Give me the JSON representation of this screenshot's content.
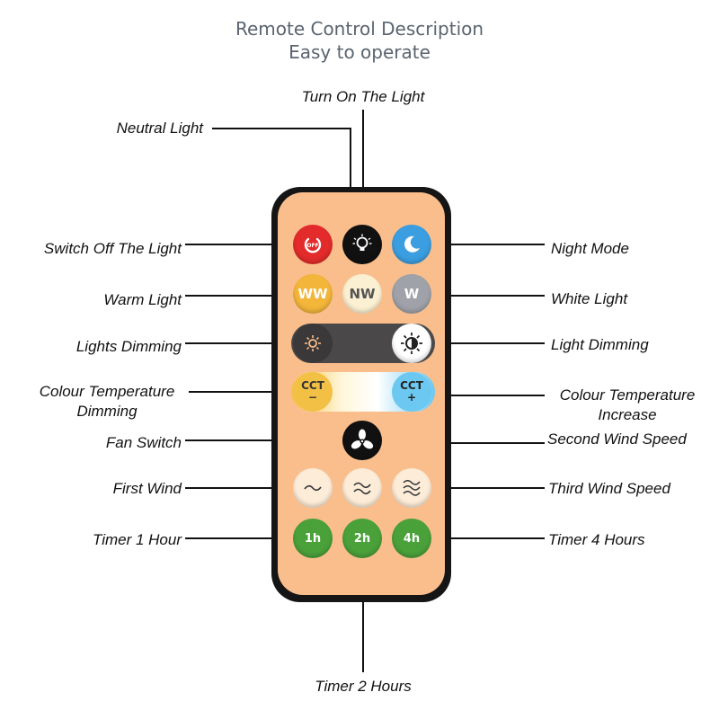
{
  "title": {
    "line1": "Remote Control Description",
    "line2": "Easy to operate"
  },
  "labels": {
    "turn_on": "Turn On The Light",
    "neutral": "Neutral Light",
    "switch_off": "Switch Off The Light",
    "night_mode": "Night Mode",
    "warm": "Warm Light",
    "white": "White Light",
    "lights_dimming": "Lights Dimming",
    "light_dimming": "Light Dimming",
    "cct_dim_1": "Colour Temperature",
    "cct_dim_2": "Dimming",
    "cct_inc_1": "Colour Temperature",
    "cct_inc_2": "Increase",
    "fan_switch": "Fan Switch",
    "second_wind": "Second Wind Speed",
    "first_wind": "First Wind",
    "third_wind": "Third Wind Speed",
    "timer_1": "Timer 1 Hour",
    "timer_4": "Timer 4 Hours",
    "timer_2": "Timer 2 Hours"
  },
  "buttons": {
    "off": "OFF",
    "ww": "WW",
    "nw": "NW",
    "w": "W",
    "cct_minus_top": "CCT",
    "cct_minus_sign": "−",
    "cct_plus_top": "CCT",
    "cct_plus_sign": "+",
    "t1": "1h",
    "t2": "2h",
    "t4": "4h"
  },
  "icons": {
    "off": "power-icon",
    "on": "bulb-icon",
    "night": "moon-icon",
    "dim_down": "sun-small-icon",
    "dim_up": "sun-half-icon",
    "fan": "fan-icon",
    "wind1": "wave-1-icon",
    "wind2": "wave-2-icon",
    "wind3": "wave-3-icon"
  },
  "colors": {
    "remote_body": "#f9be8c",
    "remote_edge": "#151515",
    "off_red": "#e32b2b",
    "night_blue": "#3b9ee0",
    "timer_green": "#4aa13a",
    "wind_cream": "#fcecd8",
    "ww_amber": "#f3b53a",
    "nw_cream": "#fcf0d2",
    "w_gray": "#9fa2a8"
  }
}
